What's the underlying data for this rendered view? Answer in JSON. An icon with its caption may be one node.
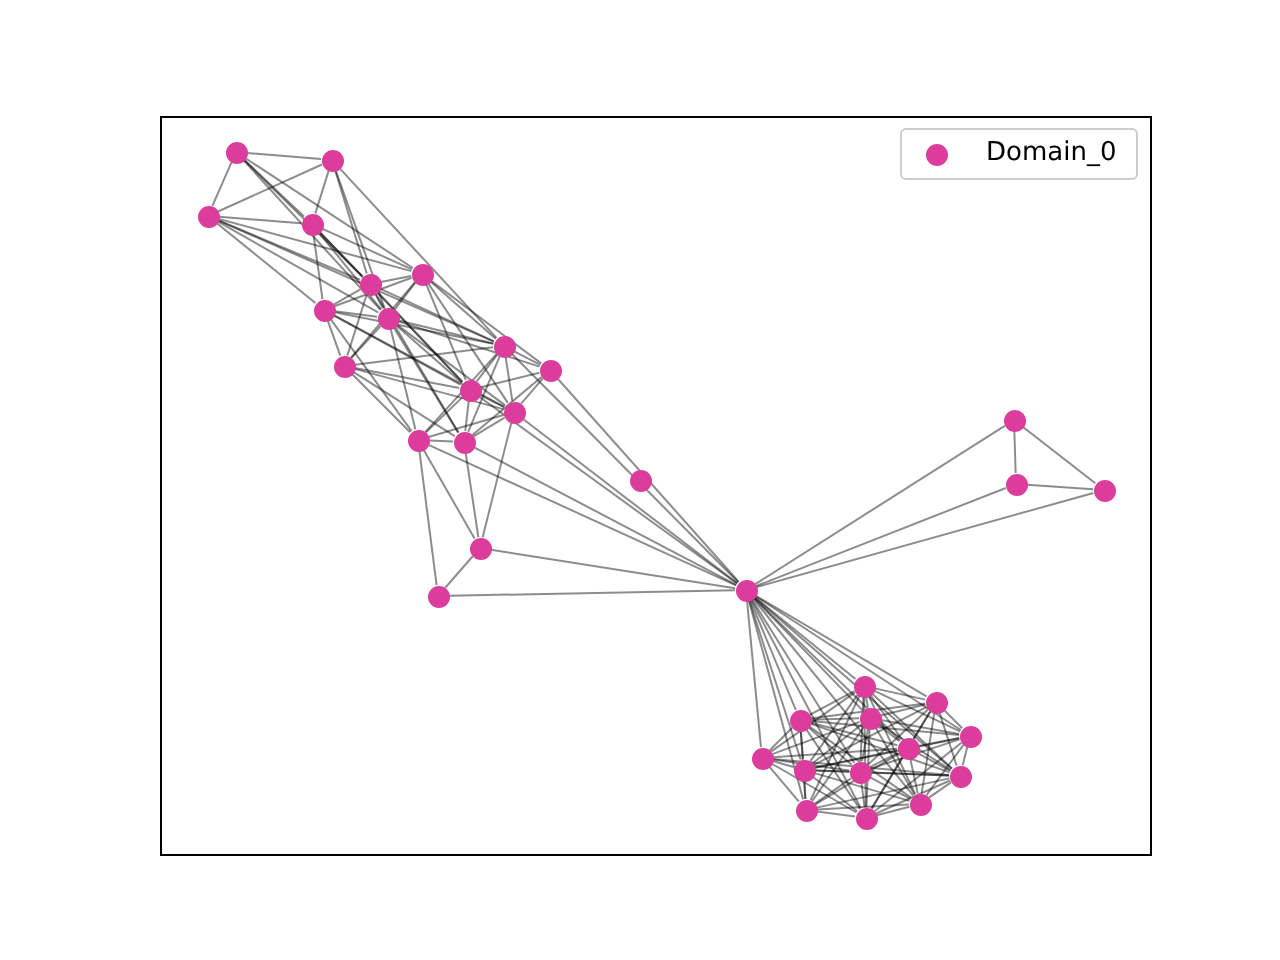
{
  "diagram": {
    "nodes": [
      {
        "text": [],
        "shape": "circle"
      },
      {
        "text": [],
        "shape": "circle"
      },
      {
        "text": [],
        "shape": "circle"
      },
      {
        "text": [],
        "shape": "circle"
      },
      {
        "text": [],
        "shape": "circle"
      },
      {
        "text": [],
        "shape": "circle"
      },
      {
        "text": [],
        "shape": "circle"
      },
      {
        "text": [],
        "shape": "circle"
      },
      {
        "text": [],
        "shape": "circle"
      },
      {
        "text": [],
        "shape": "circle"
      },
      {
        "text": [],
        "shape": "circle"
      },
      {
        "text": [],
        "shape": "circle"
      },
      {
        "text": [],
        "shape": "circle"
      },
      {
        "text": [],
        "shape": "circle"
      },
      {
        "text": [],
        "shape": "circle"
      },
      {
        "text": [],
        "shape": "circle"
      },
      {
        "text": [],
        "shape": "circle"
      },
      {
        "text": [],
        "shape": "circle"
      },
      {
        "text": [],
        "shape": "circle"
      },
      {
        "text": [],
        "shape": "circle"
      },
      {
        "text": [],
        "shape": "circle"
      },
      {
        "text": [],
        "shape": "circle"
      },
      {
        "text": [],
        "shape": "circle"
      },
      {
        "text": [],
        "shape": "circle"
      },
      {
        "text": [],
        "shape": "circle"
      },
      {
        "text": [],
        "shape": "circle"
      },
      {
        "text": [],
        "shape": "circle"
      },
      {
        "text": [],
        "shape": "circle"
      },
      {
        "text": [],
        "shape": "circle"
      },
      {
        "text": [],
        "shape": "circle"
      },
      {
        "text": [],
        "shape": "circle"
      },
      {
        "text": [],
        "shape": "circle"
      },
      {
        "text": [],
        "shape": "circle"
      },
      {
        "text": [],
        "shape": "circle"
      },
      {
        "text": [],
        "shape": "circle"
      }
    ],
    "edges": [
      {
        "from": 0,
        "to": 1,
        "arrow": "none"
      },
      {
        "from": 0,
        "to": 2,
        "arrow": "none"
      },
      {
        "from": 0,
        "to": 3,
        "arrow": "none"
      },
      {
        "from": 0,
        "to": 4,
        "arrow": "none"
      },
      {
        "from": 0,
        "to": 5,
        "arrow": "none"
      },
      {
        "from": 0,
        "to": 7,
        "arrow": "none"
      },
      {
        "from": 1,
        "to": 2,
        "arrow": "none"
      },
      {
        "from": 1,
        "to": 3,
        "arrow": "none"
      },
      {
        "from": 1,
        "to": 5,
        "arrow": "none"
      },
      {
        "from": 1,
        "to": 7,
        "arrow": "none"
      },
      {
        "from": 1,
        "to": 9,
        "arrow": "none"
      },
      {
        "from": 2,
        "to": 3,
        "arrow": "none"
      },
      {
        "from": 2,
        "to": 4,
        "arrow": "none"
      },
      {
        "from": 2,
        "to": 5,
        "arrow": "none"
      },
      {
        "from": 2,
        "to": 6,
        "arrow": "none"
      },
      {
        "from": 2,
        "to": 7,
        "arrow": "none"
      },
      {
        "from": 2,
        "to": 9,
        "arrow": "none"
      },
      {
        "from": 3,
        "to": 4,
        "arrow": "none"
      },
      {
        "from": 3,
        "to": 5,
        "arrow": "none"
      },
      {
        "from": 3,
        "to": 6,
        "arrow": "none"
      },
      {
        "from": 3,
        "to": 7,
        "arrow": "none"
      },
      {
        "from": 3,
        "to": 11,
        "arrow": "none"
      },
      {
        "from": 4,
        "to": 5,
        "arrow": "none"
      },
      {
        "from": 4,
        "to": 6,
        "arrow": "none"
      },
      {
        "from": 4,
        "to": 7,
        "arrow": "none"
      },
      {
        "from": 4,
        "to": 8,
        "arrow": "none"
      },
      {
        "from": 4,
        "to": 9,
        "arrow": "none"
      },
      {
        "from": 4,
        "to": 10,
        "arrow": "none"
      },
      {
        "from": 4,
        "to": 11,
        "arrow": "none"
      },
      {
        "from": 4,
        "to": 12,
        "arrow": "none"
      },
      {
        "from": 5,
        "to": 6,
        "arrow": "none"
      },
      {
        "from": 5,
        "to": 7,
        "arrow": "none"
      },
      {
        "from": 5,
        "to": 8,
        "arrow": "none"
      },
      {
        "from": 5,
        "to": 9,
        "arrow": "none"
      },
      {
        "from": 5,
        "to": 11,
        "arrow": "none"
      },
      {
        "from": 5,
        "to": 14,
        "arrow": "none"
      },
      {
        "from": 6,
        "to": 7,
        "arrow": "none"
      },
      {
        "from": 6,
        "to": 8,
        "arrow": "none"
      },
      {
        "from": 6,
        "to": 9,
        "arrow": "none"
      },
      {
        "from": 6,
        "to": 11,
        "arrow": "none"
      },
      {
        "from": 6,
        "to": 12,
        "arrow": "none"
      },
      {
        "from": 6,
        "to": 13,
        "arrow": "none"
      },
      {
        "from": 7,
        "to": 8,
        "arrow": "none"
      },
      {
        "from": 7,
        "to": 9,
        "arrow": "none"
      },
      {
        "from": 7,
        "to": 10,
        "arrow": "none"
      },
      {
        "from": 7,
        "to": 11,
        "arrow": "none"
      },
      {
        "from": 7,
        "to": 12,
        "arrow": "none"
      },
      {
        "from": 7,
        "to": 13,
        "arrow": "none"
      },
      {
        "from": 7,
        "to": 14,
        "arrow": "none"
      },
      {
        "from": 8,
        "to": 9,
        "arrow": "none"
      },
      {
        "from": 8,
        "to": 11,
        "arrow": "none"
      },
      {
        "from": 8,
        "to": 12,
        "arrow": "none"
      },
      {
        "from": 8,
        "to": 13,
        "arrow": "none"
      },
      {
        "from": 8,
        "to": 14,
        "arrow": "none"
      },
      {
        "from": 9,
        "to": 10,
        "arrow": "none"
      },
      {
        "from": 9,
        "to": 11,
        "arrow": "none"
      },
      {
        "from": 9,
        "to": 12,
        "arrow": "none"
      },
      {
        "from": 9,
        "to": 13,
        "arrow": "none"
      },
      {
        "from": 9,
        "to": 14,
        "arrow": "none"
      },
      {
        "from": 10,
        "to": 11,
        "arrow": "none"
      },
      {
        "from": 10,
        "to": 12,
        "arrow": "none"
      },
      {
        "from": 10,
        "to": 14,
        "arrow": "none"
      },
      {
        "from": 11,
        "to": 12,
        "arrow": "none"
      },
      {
        "from": 11,
        "to": 13,
        "arrow": "none"
      },
      {
        "from": 11,
        "to": 14,
        "arrow": "none"
      },
      {
        "from": 12,
        "to": 13,
        "arrow": "none"
      },
      {
        "from": 12,
        "to": 14,
        "arrow": "none"
      },
      {
        "from": 12,
        "to": 15,
        "arrow": "none"
      },
      {
        "from": 13,
        "to": 14,
        "arrow": "none"
      },
      {
        "from": 13,
        "to": 15,
        "arrow": "none"
      },
      {
        "from": 13,
        "to": 16,
        "arrow": "none"
      },
      {
        "from": 14,
        "to": 15,
        "arrow": "none"
      },
      {
        "from": 15,
        "to": 16,
        "arrow": "none"
      },
      {
        "from": 17,
        "to": 9,
        "arrow": "none"
      },
      {
        "from": 17,
        "to": 10,
        "arrow": "none"
      },
      {
        "from": 17,
        "to": 11,
        "arrow": "none"
      },
      {
        "from": 17,
        "to": 12,
        "arrow": "none"
      },
      {
        "from": 17,
        "to": 13,
        "arrow": "none"
      },
      {
        "from": 17,
        "to": 14,
        "arrow": "none"
      },
      {
        "from": 17,
        "to": 15,
        "arrow": "none"
      },
      {
        "from": 17,
        "to": 16,
        "arrow": "none"
      },
      {
        "from": 17,
        "to": 18,
        "arrow": "none"
      },
      {
        "from": 17,
        "to": 19,
        "arrow": "none"
      },
      {
        "from": 17,
        "to": 20,
        "arrow": "none"
      },
      {
        "from": 18,
        "to": 19,
        "arrow": "none"
      },
      {
        "from": 18,
        "to": 20,
        "arrow": "none"
      },
      {
        "from": 19,
        "to": 20,
        "arrow": "none"
      },
      {
        "from": 17,
        "to": 21,
        "arrow": "none"
      },
      {
        "from": 17,
        "to": 22,
        "arrow": "none"
      },
      {
        "from": 17,
        "to": 23,
        "arrow": "none"
      },
      {
        "from": 17,
        "to": 24,
        "arrow": "none"
      },
      {
        "from": 17,
        "to": 25,
        "arrow": "none"
      },
      {
        "from": 17,
        "to": 26,
        "arrow": "none"
      },
      {
        "from": 17,
        "to": 27,
        "arrow": "none"
      },
      {
        "from": 17,
        "to": 28,
        "arrow": "none"
      },
      {
        "from": 17,
        "to": 29,
        "arrow": "none"
      },
      {
        "from": 17,
        "to": 30,
        "arrow": "none"
      },
      {
        "from": 17,
        "to": 31,
        "arrow": "none"
      },
      {
        "from": 17,
        "to": 32,
        "arrow": "none"
      },
      {
        "from": 17,
        "to": 33,
        "arrow": "none"
      },
      {
        "from": 21,
        "to": 22,
        "arrow": "none"
      },
      {
        "from": 21,
        "to": 23,
        "arrow": "none"
      },
      {
        "from": 21,
        "to": 24,
        "arrow": "none"
      },
      {
        "from": 21,
        "to": 25,
        "arrow": "none"
      },
      {
        "from": 21,
        "to": 26,
        "arrow": "none"
      },
      {
        "from": 21,
        "to": 27,
        "arrow": "none"
      },
      {
        "from": 21,
        "to": 28,
        "arrow": "none"
      },
      {
        "from": 21,
        "to": 29,
        "arrow": "none"
      },
      {
        "from": 21,
        "to": 30,
        "arrow": "none"
      },
      {
        "from": 21,
        "to": 31,
        "arrow": "none"
      },
      {
        "from": 21,
        "to": 32,
        "arrow": "none"
      },
      {
        "from": 21,
        "to": 33,
        "arrow": "none"
      },
      {
        "from": 22,
        "to": 23,
        "arrow": "none"
      },
      {
        "from": 22,
        "to": 24,
        "arrow": "none"
      },
      {
        "from": 22,
        "to": 25,
        "arrow": "none"
      },
      {
        "from": 22,
        "to": 26,
        "arrow": "none"
      },
      {
        "from": 22,
        "to": 28,
        "arrow": "none"
      },
      {
        "from": 22,
        "to": 29,
        "arrow": "none"
      },
      {
        "from": 22,
        "to": 30,
        "arrow": "none"
      },
      {
        "from": 22,
        "to": 32,
        "arrow": "none"
      },
      {
        "from": 22,
        "to": 33,
        "arrow": "none"
      },
      {
        "from": 23,
        "to": 24,
        "arrow": "none"
      },
      {
        "from": 23,
        "to": 25,
        "arrow": "none"
      },
      {
        "from": 23,
        "to": 26,
        "arrow": "none"
      },
      {
        "from": 23,
        "to": 27,
        "arrow": "none"
      },
      {
        "from": 23,
        "to": 28,
        "arrow": "none"
      },
      {
        "from": 23,
        "to": 29,
        "arrow": "none"
      },
      {
        "from": 23,
        "to": 30,
        "arrow": "none"
      },
      {
        "from": 23,
        "to": 31,
        "arrow": "none"
      },
      {
        "from": 23,
        "to": 32,
        "arrow": "none"
      },
      {
        "from": 23,
        "to": 33,
        "arrow": "none"
      },
      {
        "from": 24,
        "to": 25,
        "arrow": "none"
      },
      {
        "from": 24,
        "to": 26,
        "arrow": "none"
      },
      {
        "from": 24,
        "to": 27,
        "arrow": "none"
      },
      {
        "from": 24,
        "to": 28,
        "arrow": "none"
      },
      {
        "from": 24,
        "to": 29,
        "arrow": "none"
      },
      {
        "from": 24,
        "to": 30,
        "arrow": "none"
      },
      {
        "from": 24,
        "to": 31,
        "arrow": "none"
      },
      {
        "from": 24,
        "to": 32,
        "arrow": "none"
      },
      {
        "from": 24,
        "to": 33,
        "arrow": "none"
      },
      {
        "from": 25,
        "to": 26,
        "arrow": "none"
      },
      {
        "from": 25,
        "to": 28,
        "arrow": "none"
      },
      {
        "from": 25,
        "to": 29,
        "arrow": "none"
      },
      {
        "from": 25,
        "to": 30,
        "arrow": "none"
      },
      {
        "from": 25,
        "to": 32,
        "arrow": "none"
      },
      {
        "from": 25,
        "to": 33,
        "arrow": "none"
      },
      {
        "from": 26,
        "to": 27,
        "arrow": "none"
      },
      {
        "from": 26,
        "to": 28,
        "arrow": "none"
      },
      {
        "from": 26,
        "to": 29,
        "arrow": "none"
      },
      {
        "from": 26,
        "to": 30,
        "arrow": "none"
      },
      {
        "from": 26,
        "to": 31,
        "arrow": "none"
      },
      {
        "from": 26,
        "to": 32,
        "arrow": "none"
      },
      {
        "from": 26,
        "to": 33,
        "arrow": "none"
      },
      {
        "from": 27,
        "to": 28,
        "arrow": "none"
      },
      {
        "from": 27,
        "to": 29,
        "arrow": "none"
      },
      {
        "from": 27,
        "to": 30,
        "arrow": "none"
      },
      {
        "from": 27,
        "to": 31,
        "arrow": "none"
      },
      {
        "from": 27,
        "to": 33,
        "arrow": "none"
      },
      {
        "from": 28,
        "to": 29,
        "arrow": "none"
      },
      {
        "from": 28,
        "to": 30,
        "arrow": "none"
      },
      {
        "from": 28,
        "to": 31,
        "arrow": "none"
      },
      {
        "from": 28,
        "to": 32,
        "arrow": "none"
      },
      {
        "from": 28,
        "to": 33,
        "arrow": "none"
      },
      {
        "from": 29,
        "to": 30,
        "arrow": "none"
      },
      {
        "from": 29,
        "to": 31,
        "arrow": "none"
      },
      {
        "from": 29,
        "to": 32,
        "arrow": "none"
      },
      {
        "from": 29,
        "to": 33,
        "arrow": "none"
      },
      {
        "from": 30,
        "to": 31,
        "arrow": "none"
      },
      {
        "from": 30,
        "to": 32,
        "arrow": "none"
      },
      {
        "from": 30,
        "to": 33,
        "arrow": "none"
      },
      {
        "from": 31,
        "to": 32,
        "arrow": "none"
      },
      {
        "from": 31,
        "to": 33,
        "arrow": "none"
      },
      {
        "from": 32,
        "to": 33,
        "arrow": "none"
      }
    ],
    "legend": [
      {
        "text": "Domain_0",
        "color": "#dc3c9c"
      }
    ]
  }
}
